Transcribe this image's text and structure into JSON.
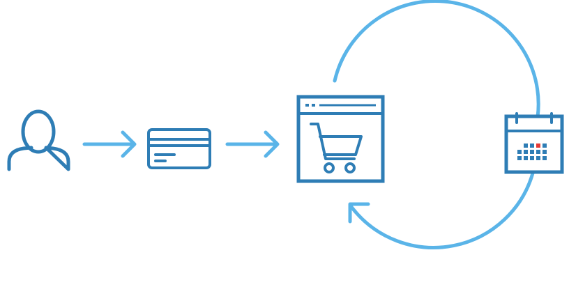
{
  "diagram": {
    "nodes": [
      {
        "id": "user",
        "icon": "user-icon"
      },
      {
        "id": "payment",
        "icon": "credit-card-icon"
      },
      {
        "id": "store",
        "icon": "shopping-cart-browser-icon"
      },
      {
        "id": "schedule",
        "icon": "calendar-icon"
      }
    ],
    "flow": [
      {
        "from": "user",
        "to": "payment"
      },
      {
        "from": "payment",
        "to": "store"
      },
      {
        "from": "store",
        "to": "schedule",
        "kind": "cycle"
      },
      {
        "from": "schedule",
        "to": "store",
        "kind": "cycle"
      }
    ],
    "colors": {
      "icon_stroke": "#2e7db5",
      "arrow": "#5ab4e8",
      "highlight": "#e53935",
      "background": "#ffffff"
    }
  }
}
